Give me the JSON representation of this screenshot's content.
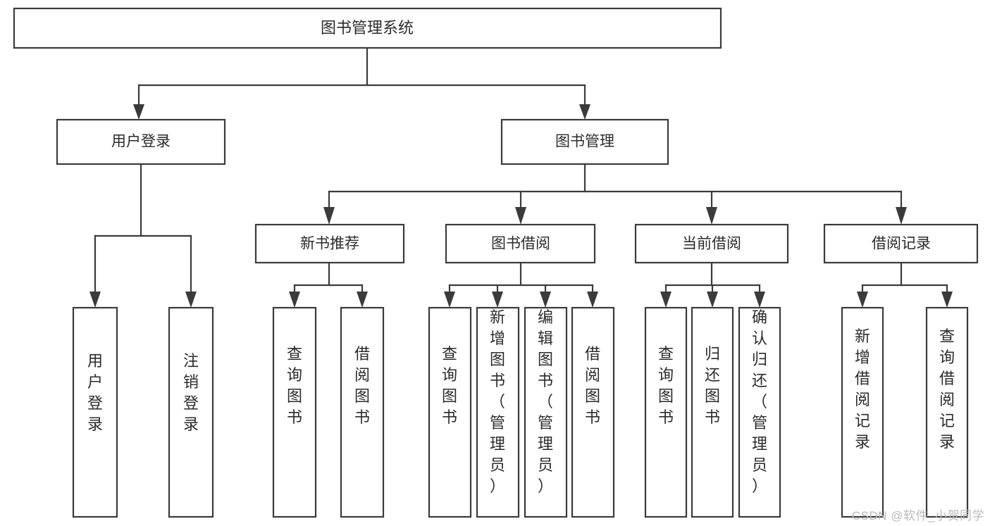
{
  "diagram": {
    "type": "tree-hierarchy",
    "title": "图书管理系统",
    "orientation": "top-down",
    "watermark": "CSDN @软件_小贺同学",
    "colors": {
      "stroke": "#3b3b3b",
      "box_fill": "#ffffff",
      "text": "#2b2b2b",
      "background": "#ffffff",
      "watermark": "#b9b9b9"
    },
    "root": {
      "label": "图书管理系统"
    },
    "level2": [
      {
        "label": "用户登录"
      },
      {
        "label": "图书管理"
      }
    ],
    "level3": [
      {
        "label": "新书推荐"
      },
      {
        "label": "图书借阅"
      },
      {
        "label": "当前借阅"
      },
      {
        "label": "借阅记录"
      }
    ],
    "leaves": {
      "user_login": [
        {
          "label": "用户登录"
        },
        {
          "label": "注销登录"
        }
      ],
      "new_book_recommend": [
        {
          "label": "查询图书"
        },
        {
          "label": "借阅图书"
        }
      ],
      "book_borrow": [
        {
          "label": "查询图书"
        },
        {
          "label": "新增图书（管理员）"
        },
        {
          "label": "编辑图书（管理员）"
        },
        {
          "label": "借阅图书"
        }
      ],
      "current_borrow": [
        {
          "label": "查询图书"
        },
        {
          "label": "归还图书"
        },
        {
          "label": "确认归还（管理员）"
        }
      ],
      "borrow_records": [
        {
          "label": "新增借阅记录"
        },
        {
          "label": "查询借阅记录"
        }
      ]
    }
  }
}
